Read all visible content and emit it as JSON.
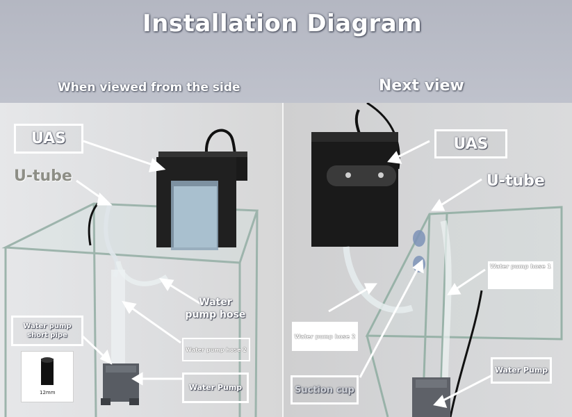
{
  "header": {
    "title": "Installation Diagram",
    "side_view_label": "When viewed from the side",
    "next_view_label": "Next view"
  },
  "side_view": {
    "uas": "UAS",
    "u_tube": "U-tube",
    "water_pump_hose": "Water pump hose",
    "water_pump_short_pipe": "Water pump short pipe",
    "water_pump_hose_2": "Water pump hose 2",
    "water_pump": "Water Pump",
    "pipe_size": "12mm"
  },
  "next_view": {
    "uas": "UAS",
    "u_tube": "U-tube",
    "water_pump_hose_1": "Water pump hose 1",
    "water_pump_hose_2": "Water pump hose 2",
    "suction_cup": "Suction cup",
    "water_pump": "Water Pump"
  },
  "colors": {
    "header_bg": "#b9bcc6",
    "label_text": "#ffffff",
    "device_black": "#1a1a1a",
    "glass_edge": "#9fb8b0"
  }
}
